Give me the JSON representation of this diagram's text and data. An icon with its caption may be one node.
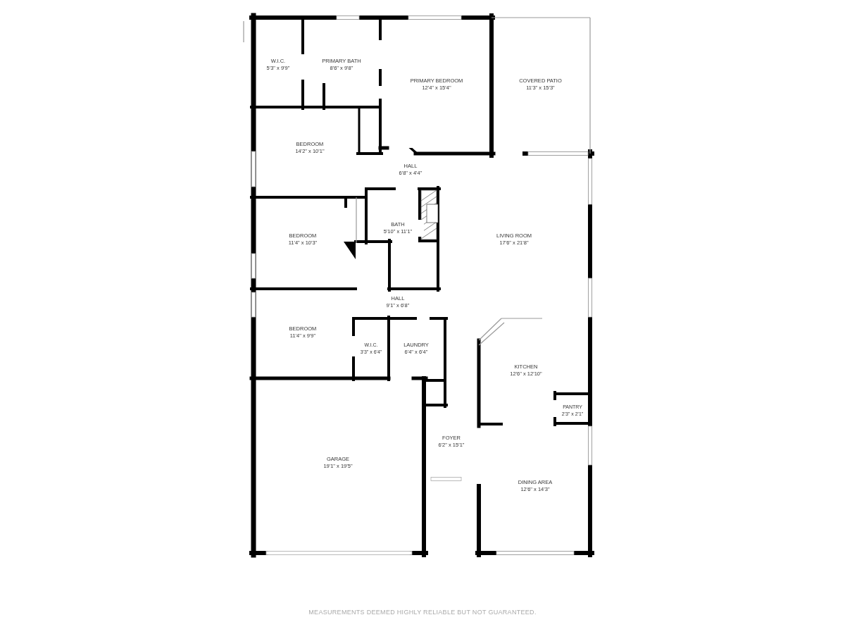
{
  "diagram": {
    "nodes": [
      {
        "text": [
          "W.I.C.",
          "5'3\" x 9'9\""
        ]
      },
      {
        "text": [
          "PRIMARY BATH",
          "8'6\" x 9'8\""
        ]
      },
      {
        "text": [
          "PRIMARY BEDROOM",
          "12'4\" x 15'4\""
        ]
      },
      {
        "text": [
          "COVERED PATIO",
          "11'3\" x 15'3\""
        ]
      },
      {
        "text": [
          "BEDROOM",
          "14'2\" x 10'1\""
        ]
      },
      {
        "text": [
          "HALL",
          "6'8\" x 4'4\""
        ]
      },
      {
        "text": [
          "BATH",
          "5'10\" x 11'1\""
        ]
      },
      {
        "text": [
          "LIVING ROOM",
          "17'6\" x 21'8\""
        ]
      },
      {
        "text": [
          "BEDROOM",
          "11'4\" x 10'3\""
        ]
      },
      {
        "text": [
          "HALL",
          "9'1\" x 6'8\""
        ]
      },
      {
        "text": [
          "BEDROOM",
          "11'4\" x 9'9\""
        ]
      },
      {
        "text": [
          "W.I.C.",
          "3'3\" x 6'4\""
        ]
      },
      {
        "text": [
          "LAUNDRY",
          "6'4\" x 6'4\""
        ]
      },
      {
        "text": [
          "KITCHEN",
          "12'6\" x 12'10\""
        ]
      },
      {
        "text": [
          "PANTRY",
          "2'3\" x 2'1\""
        ]
      },
      {
        "text": [
          "FOYER",
          "6'2\" x 15'1\""
        ]
      },
      {
        "text": [
          "GARAGE",
          "19'1\" x 19'5\""
        ]
      },
      {
        "text": [
          "DINING AREA",
          "12'6\" x 14'3\""
        ]
      }
    ],
    "edges": [],
    "labels": [
      "MEASUREMENTS DEEMED HIGHLY RELIABLE BUT NOT GUARANTEED."
    ]
  }
}
